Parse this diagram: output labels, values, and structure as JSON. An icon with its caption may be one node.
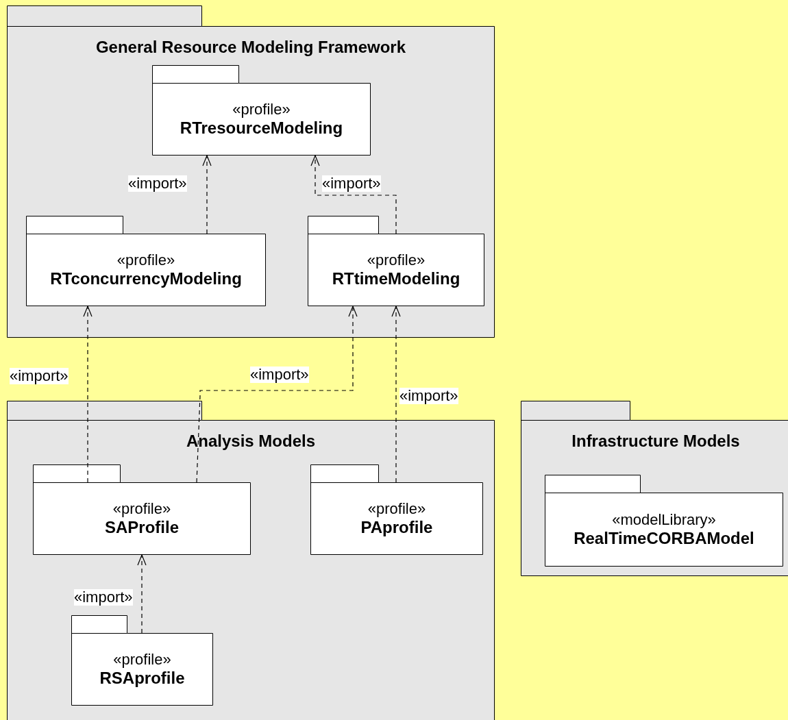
{
  "diagram": {
    "nodes": [
      {
        "text": [
          "General Resource Modeling Framework"
        ]
      },
      {
        "text": [
          "«profile»",
          "RTresourceModeling"
        ],
        "in": 0
      },
      {
        "text": [
          "«profile»",
          "RTconcurrencyModeling"
        ],
        "in": 0
      },
      {
        "text": [
          "«profile»",
          "RTtimeModeling"
        ],
        "in": 0
      },
      {
        "text": [
          "Analysis Models"
        ]
      },
      {
        "text": [
          "«profile»",
          "SAProfile"
        ],
        "in": 4
      },
      {
        "text": [
          "«profile»",
          "PAprofile"
        ],
        "in": 4
      },
      {
        "text": [
          "«profile»",
          "RSAprofile"
        ],
        "in": 4
      },
      {
        "text": [
          "Infrastructure Models"
        ]
      },
      {
        "text": [
          "«modelLibrary»",
          "RealTimeCORBAModel"
        ],
        "in": 8
      }
    ],
    "edges": [
      {
        "from": 2,
        "to": 1,
        "arrow": "to",
        "label": "«import»",
        "style": "dashed"
      },
      {
        "from": 3,
        "to": 1,
        "arrow": "to",
        "label": "«import»",
        "style": "dashed"
      },
      {
        "from": 5,
        "to": 2,
        "arrow": "to",
        "label": "«import»",
        "style": "dashed"
      },
      {
        "from": 5,
        "to": 3,
        "arrow": "to",
        "label": "«import»",
        "style": "dashed"
      },
      {
        "from": 6,
        "to": 3,
        "arrow": "to",
        "label": "«import»",
        "style": "dashed"
      },
      {
        "from": 7,
        "to": 5,
        "arrow": "to",
        "label": "«import»",
        "style": "dashed"
      }
    ]
  }
}
